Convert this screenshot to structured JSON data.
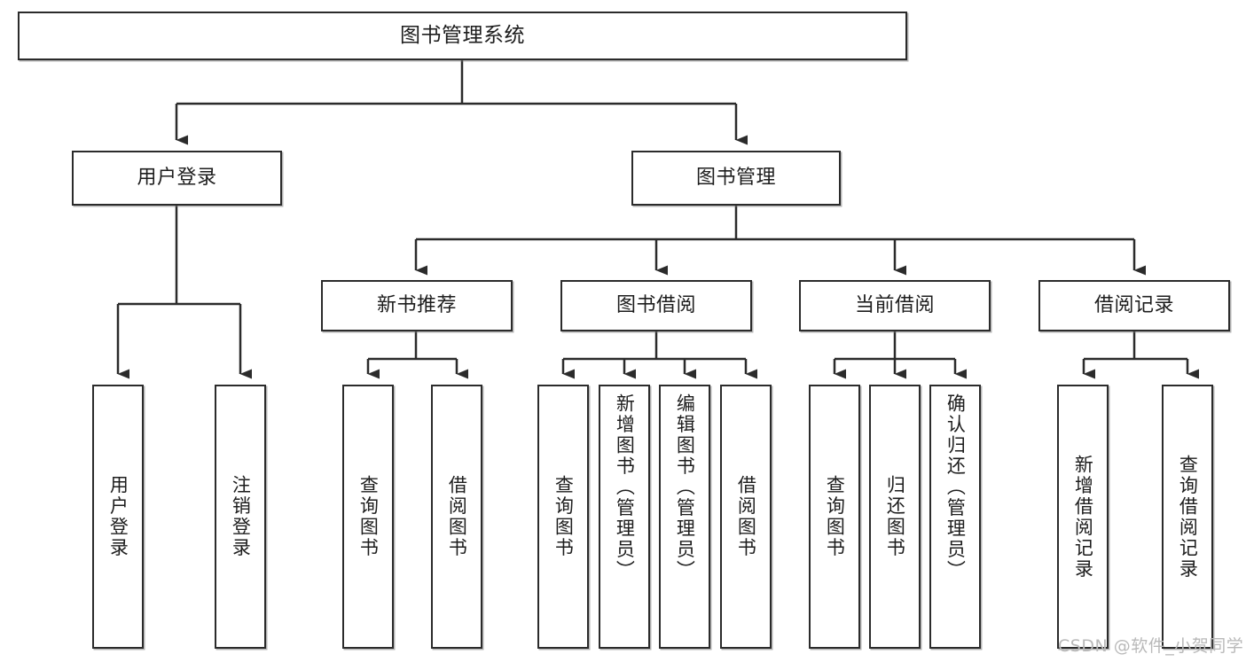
{
  "diagram": {
    "title": "图书管理系统",
    "type": "tree-hierarchy-diagram",
    "watermark": "CSDN @软件_小贺同学",
    "colors": {
      "box_border": "#2b2b2b",
      "box_fill": "#ffffff",
      "edge": "#2b2b2b",
      "text": "#1d1d1d",
      "watermark": "#b9b9b9",
      "background": "#ffffff"
    },
    "root": {
      "label": "图书管理系统"
    },
    "level2": [
      {
        "id": "user-login",
        "label": "用户登录"
      },
      {
        "id": "book-management",
        "label": "图书管理"
      }
    ],
    "level3": [
      {
        "id": "new-book-recommend",
        "label": "新书推荐"
      },
      {
        "id": "book-borrow",
        "label": "图书借阅"
      },
      {
        "id": "current-borrow",
        "label": "当前借阅"
      },
      {
        "id": "borrow-record",
        "label": "借阅记录"
      }
    ],
    "leaves": {
      "user-login": [
        {
          "id": "leaf-user-login",
          "label": "用户登录",
          "align": "center"
        },
        {
          "id": "leaf-logout",
          "label": "注销登录",
          "align": "center"
        }
      ],
      "new-book-recommend": [
        {
          "id": "leaf-query-book-1",
          "label": "查询图书",
          "align": "center"
        },
        {
          "id": "leaf-borrow-book-1",
          "label": "借阅图书",
          "align": "center"
        }
      ],
      "book-borrow": [
        {
          "id": "leaf-query-book-2",
          "label": "查询图书",
          "align": "center"
        },
        {
          "id": "leaf-add-book",
          "label": "新增图书（管理员）",
          "align": "top"
        },
        {
          "id": "leaf-edit-book",
          "label": "编辑图书（管理员）",
          "align": "top"
        },
        {
          "id": "leaf-borrow-book-2",
          "label": "借阅图书",
          "align": "center"
        }
      ],
      "current-borrow": [
        {
          "id": "leaf-query-book-3",
          "label": "查询图书",
          "align": "center"
        },
        {
          "id": "leaf-return-book",
          "label": "归还图书",
          "align": "center"
        },
        {
          "id": "leaf-confirm-return",
          "label": "确认归还（管理员）",
          "align": "top"
        }
      ],
      "borrow-record": [
        {
          "id": "leaf-add-record",
          "label": "新增借阅记录",
          "align": "center"
        },
        {
          "id": "leaf-query-record",
          "label": "查询借阅记录",
          "align": "center"
        }
      ]
    }
  }
}
